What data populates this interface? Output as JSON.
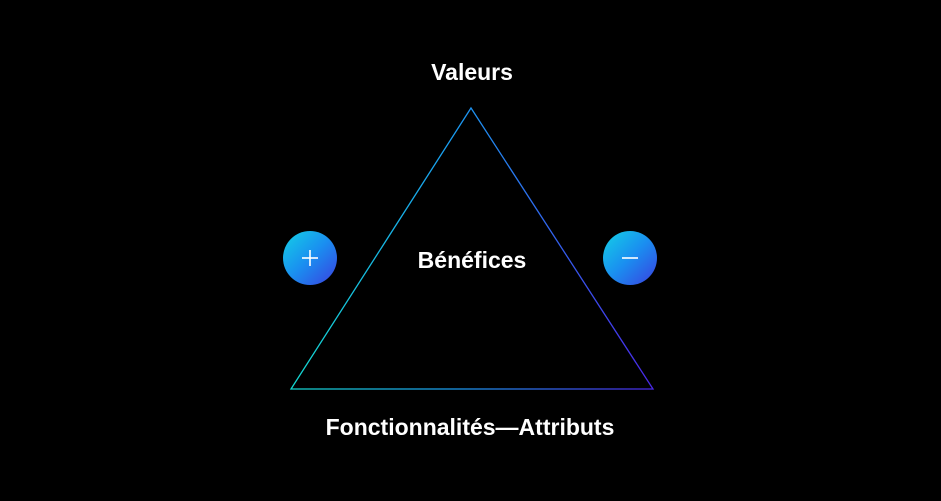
{
  "diagram": {
    "top_label": "Valeurs",
    "center_label": "Bénéfices",
    "bottom_label": "Fonctionnalités—Attributs",
    "left_icon": "plus-icon",
    "right_icon": "minus-icon"
  },
  "colors": {
    "background": "#000000",
    "text": "#ffffff",
    "gradient_start": "#13d1e6",
    "gradient_mid": "#1a8ef0",
    "gradient_end": "#3a3fe0"
  }
}
